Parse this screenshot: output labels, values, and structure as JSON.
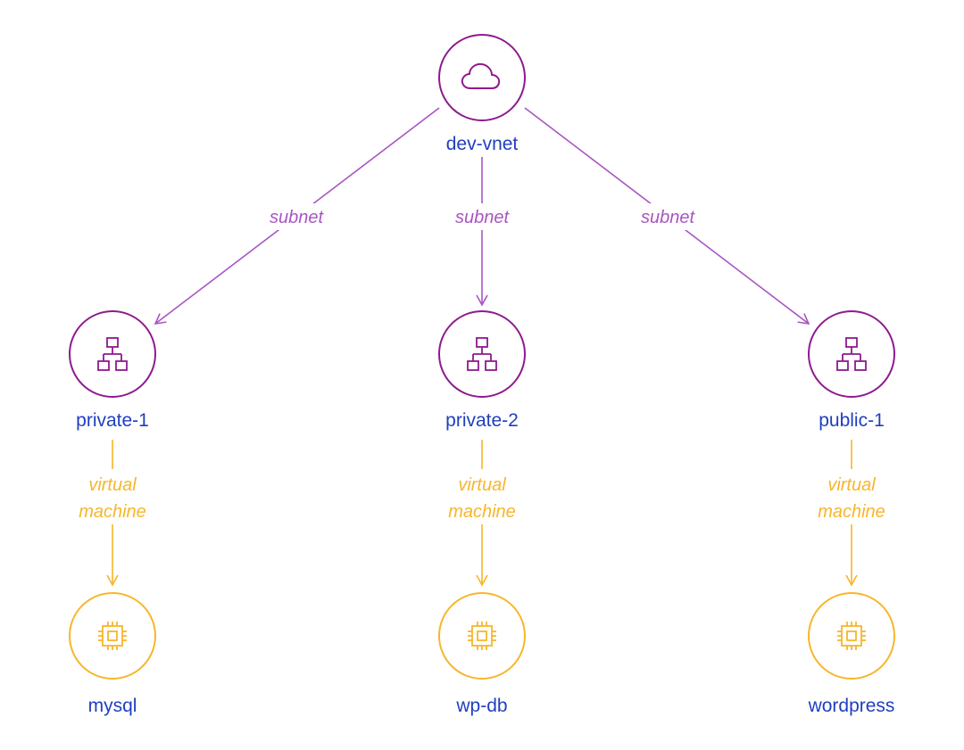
{
  "colors": {
    "purple": "#8e1a8e",
    "purple_edge": "#a855c2",
    "orange": "#f7b62a",
    "label_blue": "#1f3fc0",
    "background": "#ffffff"
  },
  "nodes": {
    "root": {
      "label": "dev-vnet",
      "icon": "cloud-icon"
    },
    "subnet_1": {
      "label": "private-1",
      "icon": "network-hierarchy-icon"
    },
    "subnet_2": {
      "label": "private-2",
      "icon": "network-hierarchy-icon"
    },
    "subnet_3": {
      "label": "public-1",
      "icon": "network-hierarchy-icon"
    },
    "vm_1": {
      "label": "mysql",
      "icon": "cpu-chip-icon"
    },
    "vm_2": {
      "label": "wp-db",
      "icon": "cpu-chip-icon"
    },
    "vm_3": {
      "label": "wordpress",
      "icon": "cpu-chip-icon"
    }
  },
  "edges": {
    "subnet_label": "subnet",
    "vm_label_line1": "virtual",
    "vm_label_line2": "machine"
  }
}
